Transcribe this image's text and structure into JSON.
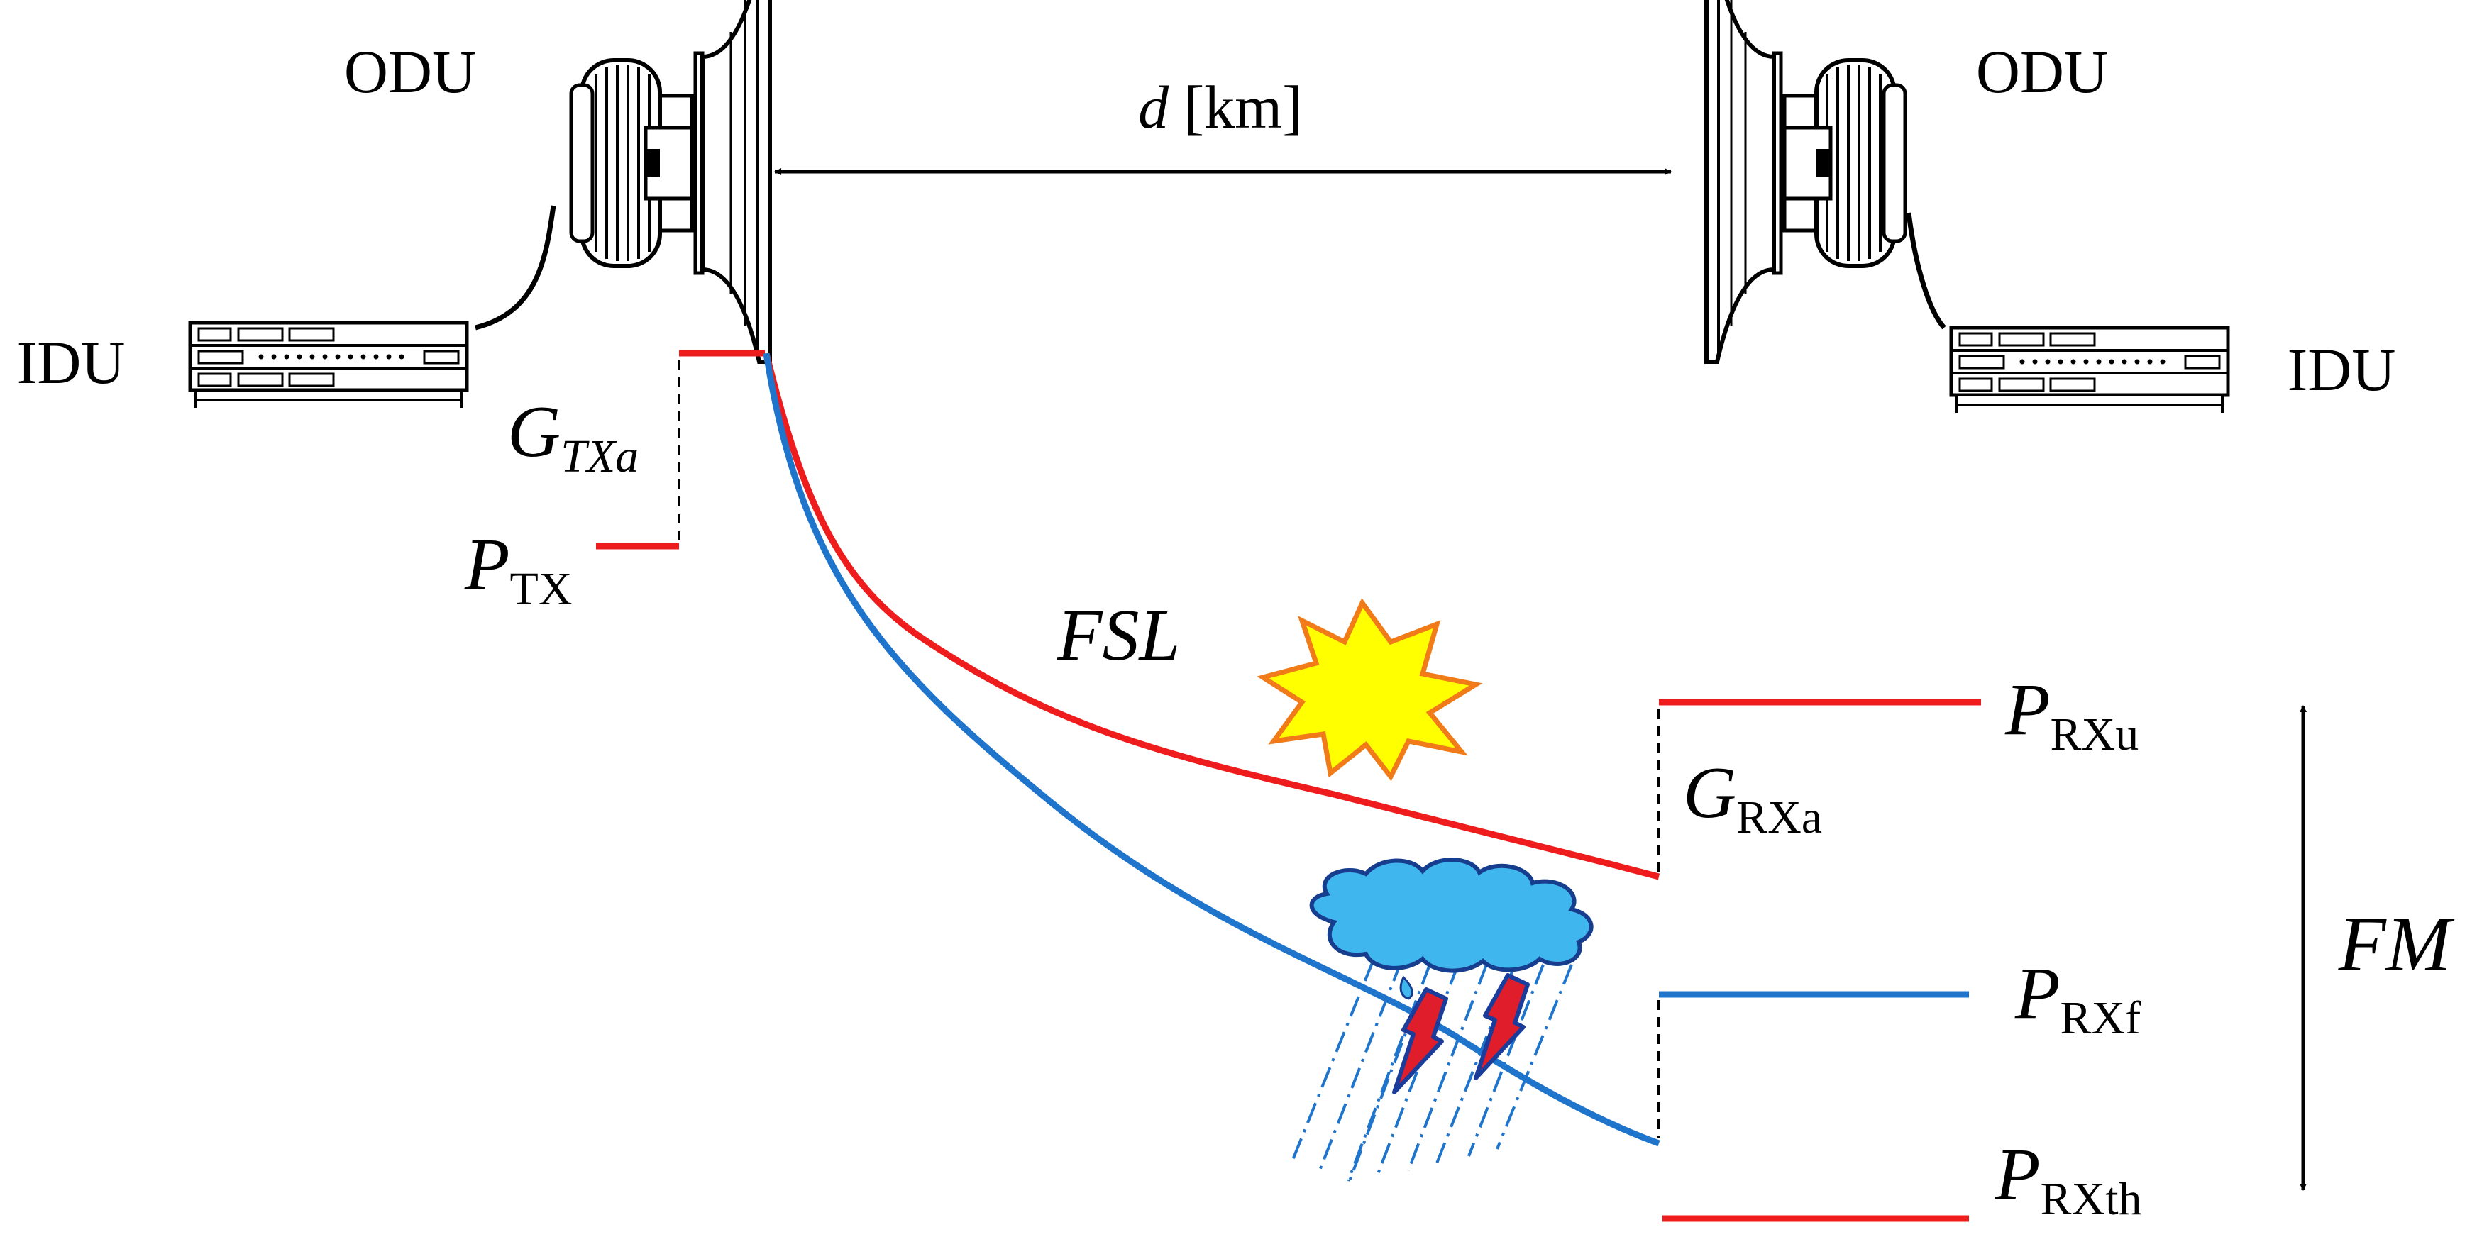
{
  "equipment": {
    "odu_left": "ODU",
    "odu_right": "ODU",
    "idu_left": "IDU",
    "idu_right": "IDU"
  },
  "distance": {
    "var": "d",
    "unit": "[km]"
  },
  "labels": {
    "gtxa": {
      "main": "G",
      "sub": "TXa"
    },
    "ptx": {
      "main": "P",
      "sub": "TX"
    },
    "fsl": "FSL",
    "grxa": {
      "main": "G",
      "sub": "RXa"
    },
    "prxu": {
      "main": "P",
      "sub": "RXu"
    },
    "prxf": {
      "main": "P",
      "sub": "RXf"
    },
    "prxth": {
      "main": "P",
      "sub": "RXth"
    },
    "fm": "FM"
  },
  "colors": {
    "red": "#ee1c1c",
    "blue": "#1f74cc",
    "sun_fill": "#ffff00",
    "sun_stroke": "#f07b18",
    "cloud_fill": "#3fb7ee",
    "cloud_stroke": "#173e8e",
    "bolt_fill": "#e01d2b",
    "bolt_stroke": "#1a3c9a"
  }
}
